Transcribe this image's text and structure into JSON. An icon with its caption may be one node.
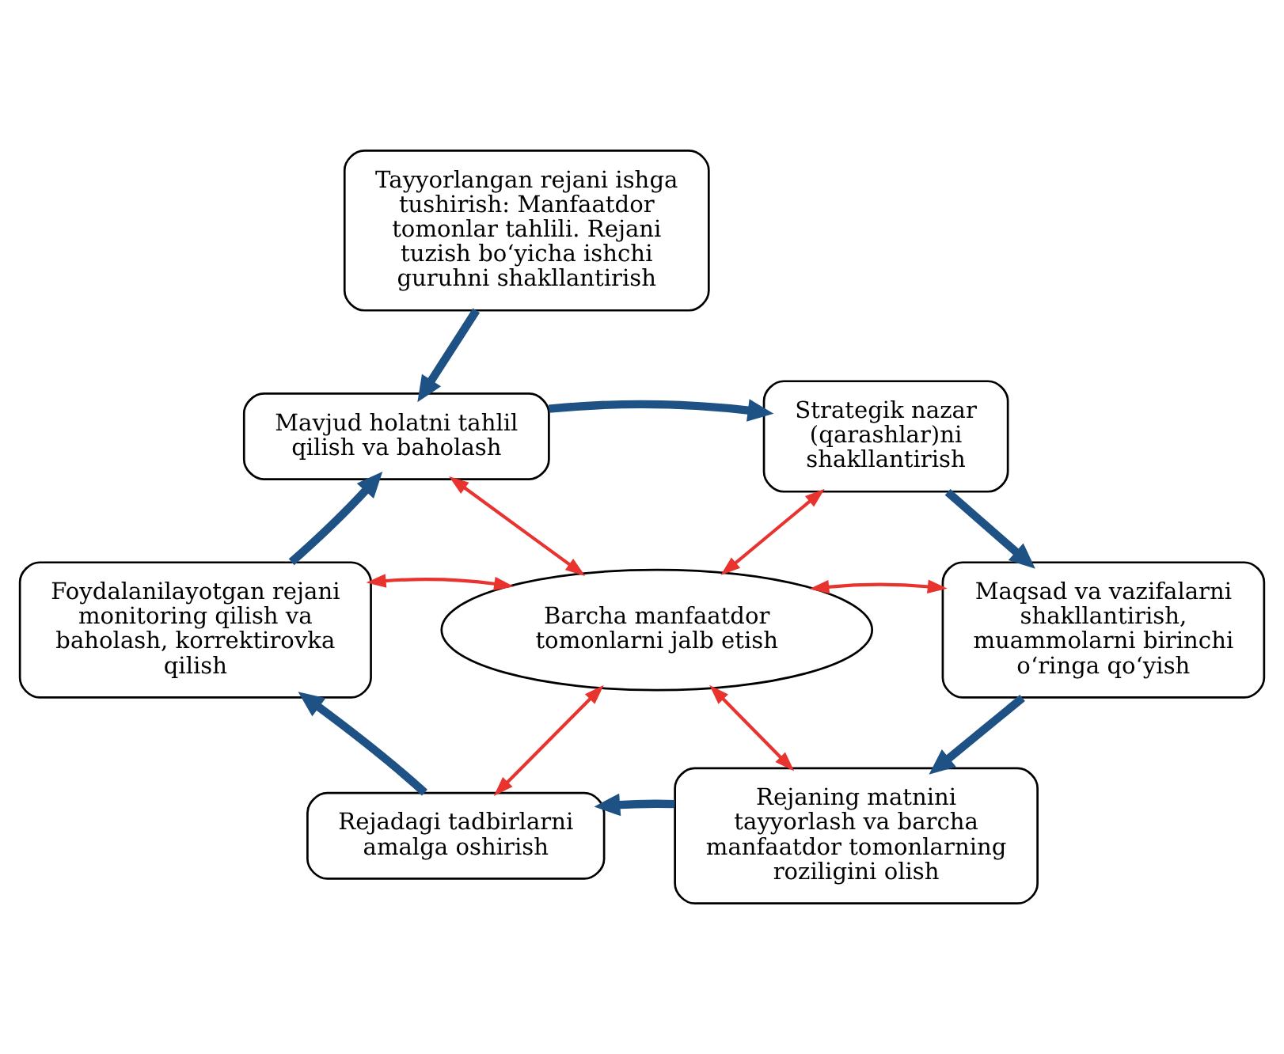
{
  "diagram": {
    "nodes": [
      {
        "text": [
          "Tayyorlangan rejani ishga tushirish: Manfaatdor tomonlar tahlili. Rejani tuzish bo‘yicha ishchi guruhni shakllantirish"
        ]
      },
      {
        "text": [
          "Mavjud holatni tahlil qilish va baholash"
        ]
      },
      {
        "text": [
          "Strategik nazar (qarashlar)ni shakllantirish"
        ]
      },
      {
        "text": [
          "Maqsad va vazifalarni shakllantirish, muammolarni birinchi o‘ringa qo‘yish"
        ]
      },
      {
        "text": [
          "Rejaning matnini tayyorlash va barcha manfaatdor tomonlarning roziligini olish"
        ]
      },
      {
        "text": [
          "Rejadagi tadbirlarni amalga oshirish"
        ]
      },
      {
        "text": [
          "Foydalanilayotgan rejani monitoring qilish va baholash, korrektirovka qilish"
        ]
      },
      {
        "text": [
          "Barcha manfaatdor tomonlarni jalb etish"
        ]
      }
    ],
    "edges": [
      {
        "from": 0,
        "to": 1,
        "arrow": "to"
      },
      {
        "from": 1,
        "to": 2,
        "arrow": "to"
      },
      {
        "from": 2,
        "to": 3,
        "arrow": "to"
      },
      {
        "from": 3,
        "to": 4,
        "arrow": "to"
      },
      {
        "from": 4,
        "to": 5,
        "arrow": "to"
      },
      {
        "from": 5,
        "to": 6,
        "arrow": "to"
      },
      {
        "from": 6,
        "to": 1,
        "arrow": "to"
      },
      {
        "from": 7,
        "to": 1,
        "arrow": "both",
        "color": "#e8332f"
      },
      {
        "from": 7,
        "to": 2,
        "arrow": "both",
        "color": "#e8332f"
      },
      {
        "from": 7,
        "to": 3,
        "arrow": "both",
        "color": "#e8332f"
      },
      {
        "from": 7,
        "to": 4,
        "arrow": "both",
        "color": "#e8332f"
      },
      {
        "from": 7,
        "to": 5,
        "arrow": "both",
        "color": "#e8332f"
      },
      {
        "from": 7,
        "to": 6,
        "arrow": "both",
        "color": "#e8332f"
      }
    ]
  }
}
